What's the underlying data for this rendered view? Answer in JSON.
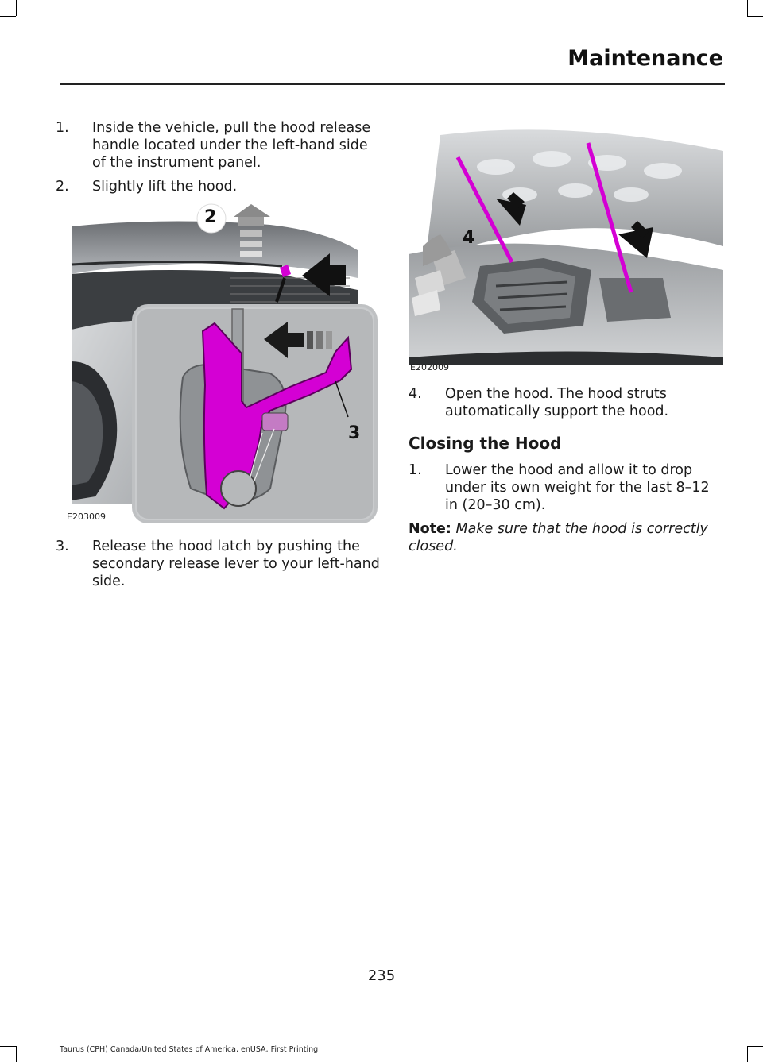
{
  "header": {
    "title": "Maintenance"
  },
  "left_column": {
    "steps_top": [
      {
        "num": "1.",
        "text": "Inside the vehicle, pull the hood release handle located under the left-hand side of the instrument panel."
      },
      {
        "num": "2.",
        "text": "Slightly lift the hood."
      }
    ],
    "figure": {
      "id": "E203009",
      "callouts": [
        "2",
        "3"
      ]
    },
    "steps_bottom": [
      {
        "num": "3.",
        "text": "Release the hood latch by pushing the secondary release lever to your left-hand side."
      }
    ]
  },
  "right_column": {
    "figure": {
      "id": "E202009",
      "callouts": [
        "4"
      ]
    },
    "steps": [
      {
        "num": "4.",
        "text": "Open the hood. The hood struts automatically support the hood."
      }
    ],
    "section_heading": "Closing the Hood",
    "closing_steps": [
      {
        "num": "1.",
        "text": "Lower the hood and allow it to drop under its own weight for the last 8–12 in (20–30 cm)."
      }
    ],
    "note": {
      "label": "Note:",
      "text": "Make sure that the hood is correctly closed."
    }
  },
  "footer": {
    "page_number": "235",
    "text": "Taurus (CPH) Canada/United States of America, enUSA, First Printing"
  },
  "colors": {
    "highlight": "#d400d4",
    "arrow": "#111111"
  }
}
